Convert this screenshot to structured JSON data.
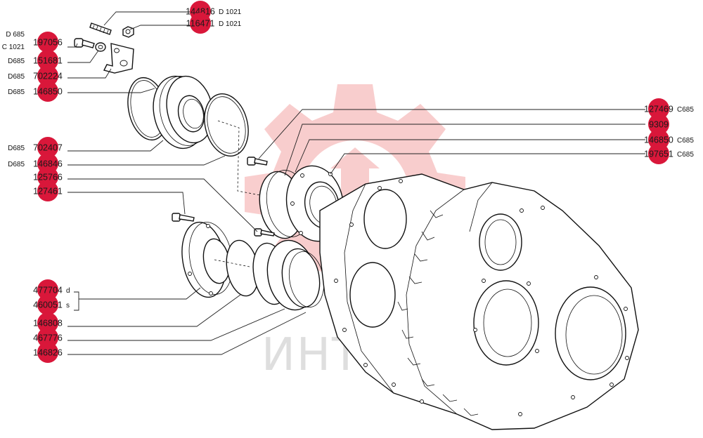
{
  "colors": {
    "callout": "#d9173a",
    "watermark_gear": "#f4a6a6",
    "watermark_text": "#b8b8b8",
    "line": "#222222"
  },
  "watermark": {
    "text": "ИНТЕК",
    "icon": "gear-logo-icon"
  },
  "callouts": [
    {
      "id": "c1",
      "number": "144816",
      "ref": "D 1021"
    },
    {
      "id": "c2",
      "number": "116471",
      "ref": "D 1021"
    },
    {
      "id": "c3",
      "number": "197056",
      "ref": "D 685",
      "ref2": "C 1021"
    },
    {
      "id": "c4",
      "number": "151681",
      "ref": "D685"
    },
    {
      "id": "c5",
      "number": "702224",
      "ref": "D685"
    },
    {
      "id": "c6",
      "number": "146850",
      "ref": "D685"
    },
    {
      "id": "c7",
      "number": "702407",
      "ref": "D685"
    },
    {
      "id": "c8",
      "number": "146846",
      "ref": "D685"
    },
    {
      "id": "c9",
      "number": "125766",
      "ref": ""
    },
    {
      "id": "c10",
      "number": "127461",
      "ref": ""
    },
    {
      "id": "c11",
      "number": "477704",
      "ref": "d"
    },
    {
      "id": "c12",
      "number": "460051",
      "ref": "s"
    },
    {
      "id": "c13",
      "number": "146808",
      "ref": ""
    },
    {
      "id": "c14",
      "number": "467776",
      "ref": ""
    },
    {
      "id": "c15",
      "number": "146826",
      "ref": ""
    },
    {
      "id": "c16",
      "number": "127469",
      "ref": "C685"
    },
    {
      "id": "c17",
      "number": "9309",
      "ref": ""
    },
    {
      "id": "c18",
      "number": "146850",
      "ref": "C685"
    },
    {
      "id": "c19",
      "number": "197651",
      "ref": "C685"
    }
  ]
}
